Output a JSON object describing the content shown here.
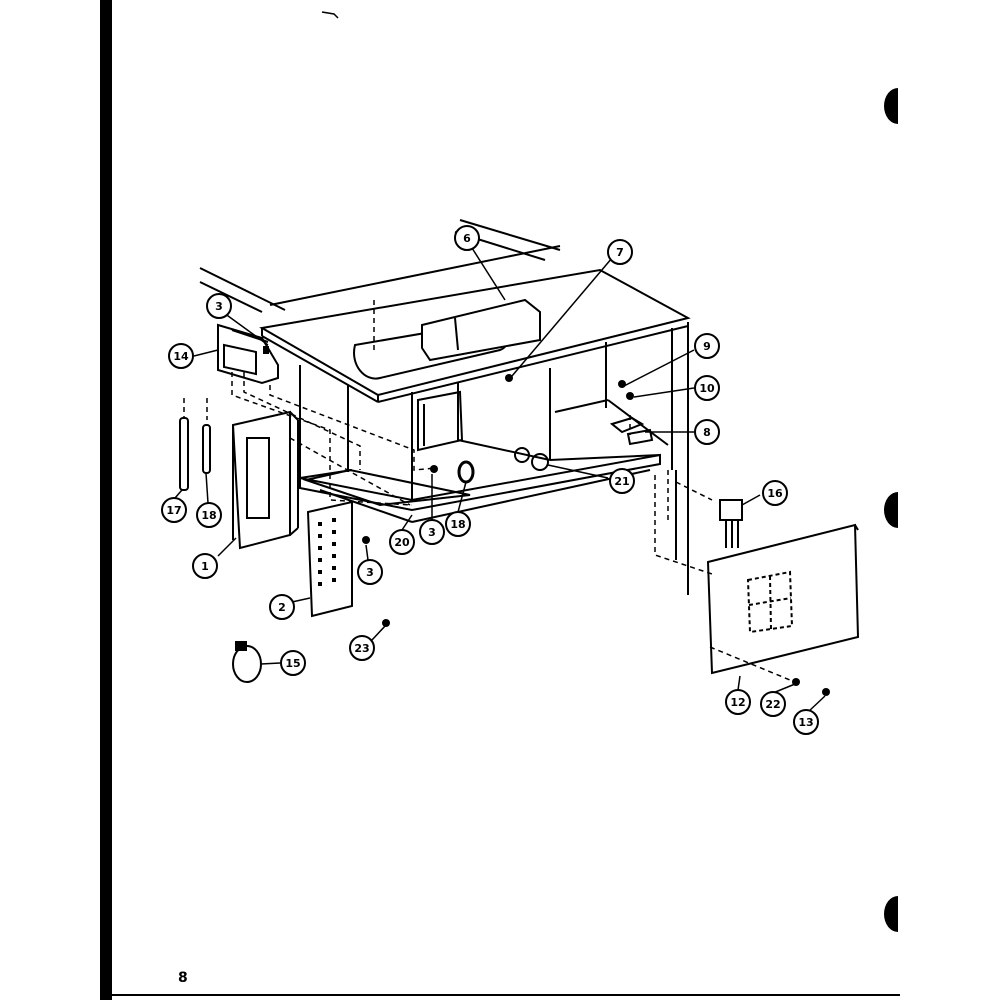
{
  "page": {
    "number": "8"
  },
  "callouts": [
    {
      "id": "c1",
      "label": "1"
    },
    {
      "id": "c2",
      "label": "2"
    },
    {
      "id": "c3a",
      "label": "3"
    },
    {
      "id": "c3b",
      "label": "3"
    },
    {
      "id": "c3c",
      "label": "3"
    },
    {
      "id": "c6",
      "label": "6"
    },
    {
      "id": "c7",
      "label": "7"
    },
    {
      "id": "c8",
      "label": "8"
    },
    {
      "id": "c9",
      "label": "9"
    },
    {
      "id": "c10",
      "label": "10"
    },
    {
      "id": "c12",
      "label": "12"
    },
    {
      "id": "c13",
      "label": "13"
    },
    {
      "id": "c14",
      "label": "14"
    },
    {
      "id": "c15",
      "label": "15"
    },
    {
      "id": "c16",
      "label": "16"
    },
    {
      "id": "c17",
      "label": "17"
    },
    {
      "id": "c18a",
      "label": "18"
    },
    {
      "id": "c18b",
      "label": "18"
    },
    {
      "id": "c20",
      "label": "20"
    },
    {
      "id": "c21",
      "label": "21"
    },
    {
      "id": "c22",
      "label": "22"
    },
    {
      "id": "c23",
      "label": "23"
    }
  ]
}
